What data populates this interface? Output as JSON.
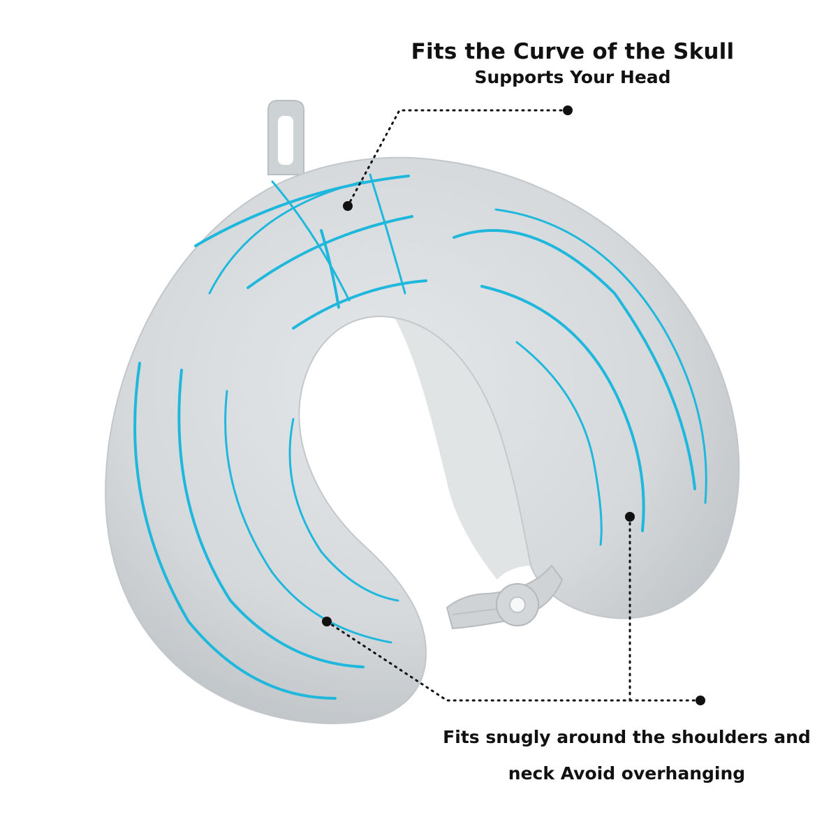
{
  "callouts": {
    "top": {
      "title": "Fits the Curve of the Skull",
      "subtitle": "Supports Your Head"
    },
    "bottom": {
      "line1": "Fits snugly around the shoulders and",
      "line2": "neck Avoid overhanging"
    }
  },
  "colors": {
    "pillow": "#d5d9dc",
    "pillow_shadow": "#b9bec2",
    "pillow_highlight": "#e4e7e9",
    "accent_lines": "#1fb8dc",
    "dots": "#111111",
    "background": "#ffffff"
  }
}
